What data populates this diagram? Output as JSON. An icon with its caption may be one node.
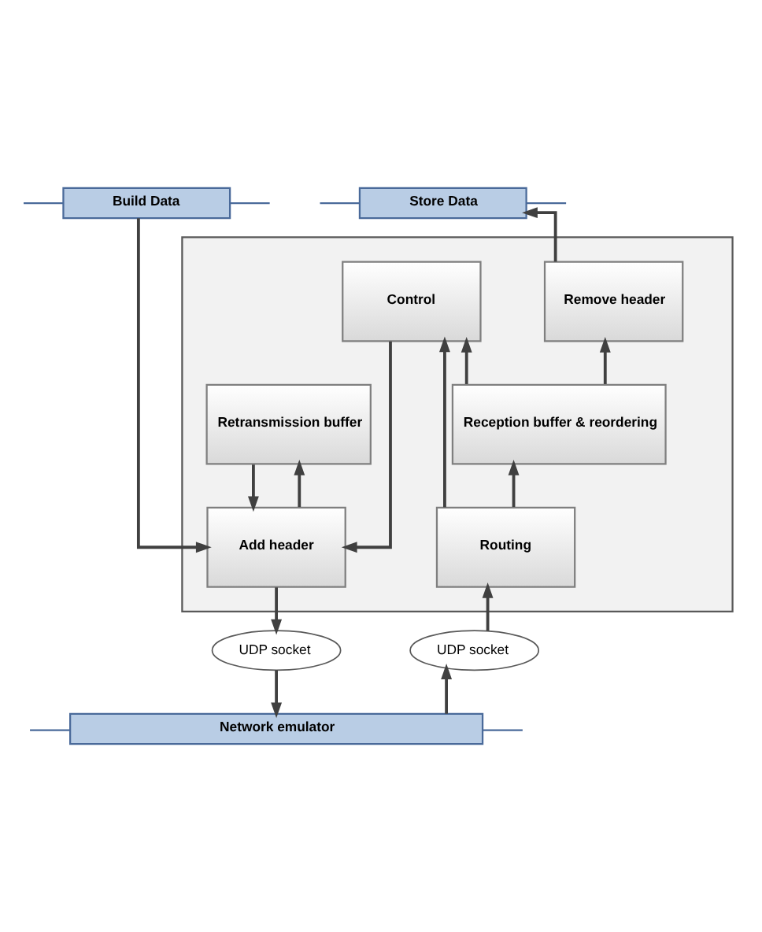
{
  "diagram": {
    "nodes": [
      {
        "text": [
          "Build Data"
        ]
      },
      {
        "text": [
          "Store Data"
        ]
      },
      {
        "text": [],
        "shape": "box"
      },
      {
        "text": [
          "Control"
        ],
        "in": 2
      },
      {
        "text": [
          "Remove header"
        ],
        "in": 2
      },
      {
        "text": [
          "Retransmission buffer"
        ],
        "in": 2
      },
      {
        "text": [
          "Reception buffer & reordering"
        ],
        "in": 2
      },
      {
        "text": [
          "Add header"
        ],
        "in": 2
      },
      {
        "text": [
          "Routing"
        ],
        "in": 2
      },
      {
        "text": [
          "UDP socket"
        ]
      },
      {
        "text": [
          "UDP socket"
        ]
      },
      {
        "text": [
          "Network emulator"
        ]
      }
    ],
    "edges": [
      {
        "from": 0,
        "to": 7,
        "arrow": "to"
      },
      {
        "from": 3,
        "to": 7,
        "arrow": "to"
      },
      {
        "from": 5,
        "to": 7,
        "arrow": "to"
      },
      {
        "from": 7,
        "to": 5,
        "arrow": "to"
      },
      {
        "from": 7,
        "to": 9,
        "arrow": "to"
      },
      {
        "from": 9,
        "to": 11,
        "arrow": "to"
      },
      {
        "from": 11,
        "to": 10,
        "arrow": "to"
      },
      {
        "from": 10,
        "to": 8,
        "arrow": "to"
      },
      {
        "from": 8,
        "to": 6,
        "arrow": "to"
      },
      {
        "from": 8,
        "to": 3,
        "arrow": "to"
      },
      {
        "from": 6,
        "to": 3,
        "arrow": "to"
      },
      {
        "from": 6,
        "to": 4,
        "arrow": "to"
      },
      {
        "from": 4,
        "to": 1,
        "arrow": "to"
      },
      {
        "from": null,
        "to": 0,
        "arrow": "none",
        "color": "#4a6a9a"
      },
      {
        "from": 0,
        "to": null,
        "arrow": "none",
        "color": "#4a6a9a"
      },
      {
        "from": null,
        "to": 1,
        "arrow": "none",
        "color": "#4a6a9a"
      },
      {
        "from": 1,
        "to": null,
        "arrow": "none",
        "color": "#4a6a9a"
      },
      {
        "from": null,
        "to": 11,
        "arrow": "none",
        "color": "#4a6a9a"
      },
      {
        "from": 11,
        "to": null,
        "arrow": "none",
        "color": "#4a6a9a"
      }
    ]
  }
}
